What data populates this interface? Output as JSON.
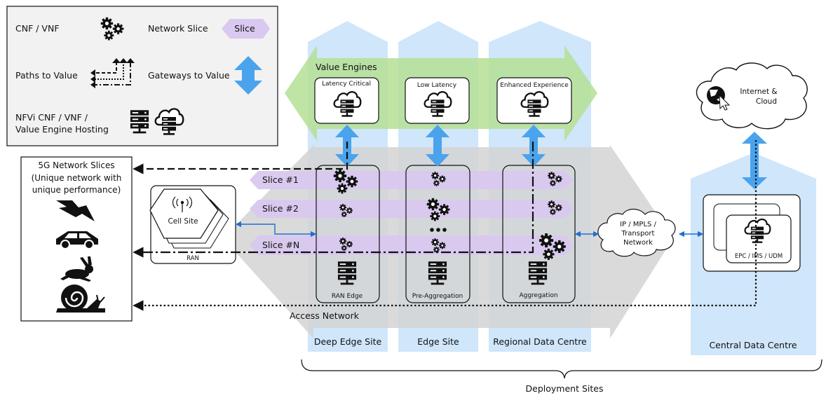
{
  "legend": {
    "cnf_vnf": "CNF / VNF",
    "network_slice": "Network Slice",
    "slice": "Slice",
    "paths_to_value": "Paths to Value",
    "gateways_to_value": "Gateways to Value",
    "nfvi_line1": "NFVi CNF / VNF /",
    "nfvi_line2": "Value Engine Hosting"
  },
  "slices_panel": {
    "title": "5G Network Slices",
    "subtitle_line1": "(Unique network with",
    "subtitle_line2": "unique performance)"
  },
  "value_engines": {
    "title": "Value Engines",
    "latency_critical": "Latency Critical",
    "low_latency": "Low Latency",
    "enhanced_experience": "Enhanced Experience"
  },
  "slices": {
    "slice1": "Slice #1",
    "slice2": "Slice #2",
    "sliceN": "Slice #N"
  },
  "nodes": {
    "cell_site": "Cell Site",
    "ran": "RAN",
    "ran_edge": "RAN Edge",
    "pre_aggregation": "Pre-Aggregation",
    "aggregation": "Aggregation",
    "ip_line1": "IP / MPLS /",
    "ip_line2": "Transport",
    "ip_line3": "Network",
    "internet_line1": "Internet &",
    "internet_line2": "Cloud",
    "epc": "EPC / IMS / UDM"
  },
  "sites": {
    "deep_edge": "Deep Edge Site",
    "edge": "Edge Site",
    "regional": "Regional Data Centre",
    "central": "Central Data Centre"
  },
  "access_network": "Access Network",
  "deployment_sites": "Deployment Sites",
  "colors": {
    "site_column": "#cfe6fb",
    "value_engine_band": "#b9e09a",
    "access_band": "#d9d9d9",
    "slice_band": "#d9c8ef",
    "gateway_arrow": "#4aa3ec",
    "link_blue": "#1e6fd0"
  }
}
